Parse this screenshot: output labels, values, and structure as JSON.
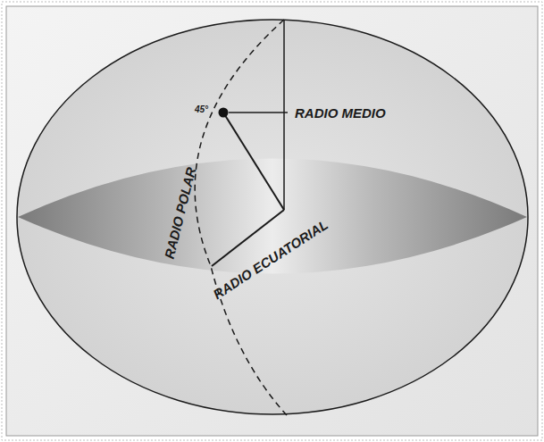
{
  "diagram": {
    "labels": [
      "45°",
      "RADIO MEDIO",
      "RADIO POLAR",
      "RADIO ECUATORIAL"
    ]
  }
}
